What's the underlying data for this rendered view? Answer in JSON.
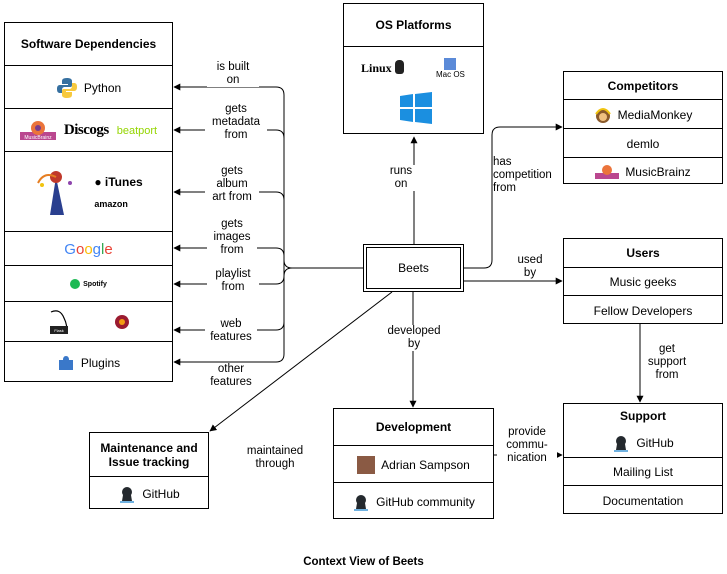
{
  "software_dependencies": {
    "title": "Software Dependencies",
    "python": "Python",
    "musicbrainz_logo_text": "MusicBrainz",
    "discogs": "Discogs",
    "beatport": "beatport",
    "itunes": "iTunes",
    "amazon": "amazon",
    "google": "Google",
    "spotify": "Spotify",
    "flask": "Flask",
    "plugins": "Plugins"
  },
  "os_platforms": {
    "title": "OS Platforms",
    "linux": "Linux",
    "macos": "Mac OS"
  },
  "competitors": {
    "title": "Competitors",
    "items": [
      "MediaMonkey",
      "demlo",
      "MusicBrainz"
    ]
  },
  "beets": {
    "label": "Beets"
  },
  "users": {
    "title": "Users",
    "items": [
      "Music geeks",
      "Fellow Developers"
    ]
  },
  "support": {
    "title": "Support",
    "items": [
      "GitHub",
      "Mailing List",
      "Documentation"
    ]
  },
  "development": {
    "title": "Development",
    "items": [
      "Adrian Sampson",
      "GitHub community"
    ]
  },
  "maintenance": {
    "title_line1": "Maintenance and",
    "title_line2": "Issue tracking",
    "item": "GitHub"
  },
  "edges": {
    "is_built_on": [
      "is built",
      "on"
    ],
    "gets_metadata_from": [
      "gets",
      "metadata",
      "from"
    ],
    "gets_album_art_from": [
      "gets",
      "album",
      "art from"
    ],
    "gets_images_from": [
      "gets",
      "images",
      "from"
    ],
    "playlist_from": [
      "playlist",
      "from"
    ],
    "web_features": [
      "web",
      "features"
    ],
    "other_features": [
      "other",
      "features"
    ],
    "runs_on": [
      "runs",
      "on"
    ],
    "has_competition_from": [
      "has",
      "competition",
      "from"
    ],
    "used_by": [
      "used",
      "by"
    ],
    "get_support_from": [
      "get",
      "support",
      "from"
    ],
    "developed_by": [
      "developed",
      "by"
    ],
    "provide_communication": [
      "provide",
      "commu-",
      "nication"
    ],
    "maintained_through": [
      "maintained",
      "through"
    ]
  },
  "caption": "Context View of Beets"
}
